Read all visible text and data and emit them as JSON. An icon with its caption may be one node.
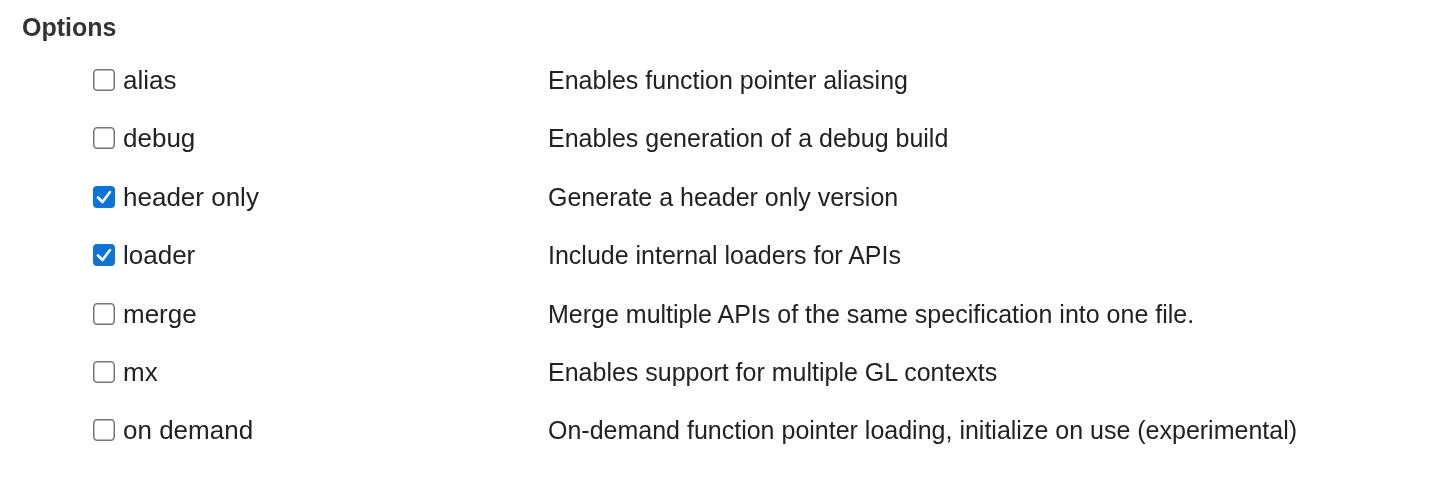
{
  "diagram": {
    "title": "Options",
    "nodes": [
      {
        "text": [],
        "shape": "box"
      },
      {
        "text": [
          "alias"
        ]
      },
      {
        "text": [],
        "shape": "box"
      },
      {
        "text": [
          "debug"
        ]
      },
      {
        "text": [],
        "shape": "checkmark"
      },
      {
        "text": [
          "header only"
        ]
      },
      {
        "text": [],
        "shape": "checkmark"
      },
      {
        "text": [
          "loader"
        ]
      },
      {
        "text": [],
        "shape": "box"
      },
      {
        "text": [
          "merge"
        ]
      },
      {
        "text": [],
        "shape": "box"
      },
      {
        "text": [
          "mx"
        ]
      },
      {
        "text": [],
        "shape": "box"
      },
      {
        "text": [
          "on demand"
        ]
      }
    ],
    "labels": [
      "Enables function pointer aliasing",
      "Enables generation of a debug build",
      "Generate a header only version",
      "Include internal loaders for APIs",
      "Merge multiple APIs of the same specification into one file.",
      "Enables support for multiple GL contexts",
      "On-demand function pointer loading, initialize on use (experimental)"
    ]
  }
}
